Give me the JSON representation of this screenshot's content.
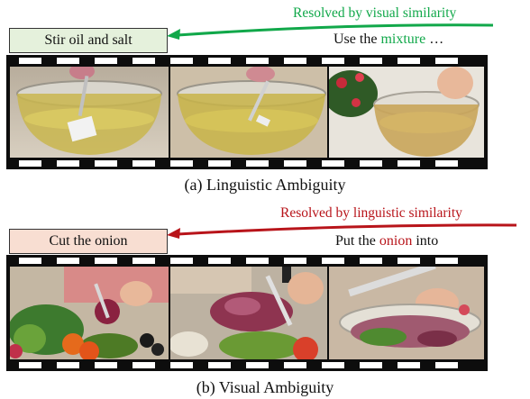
{
  "panel_a": {
    "box_label": "Stir oil and salt",
    "annotation": "Resolved by visual similarity",
    "right_prefix": "Use the ",
    "right_highlight": "mixture",
    "right_suffix": " …",
    "caption": "(a) Linguistic Ambiguity",
    "arrow_color": "#11a84a"
  },
  "panel_b": {
    "box_label": "Cut the onion",
    "annotation": "Resolved by linguistic similarity",
    "right_prefix": "Put the ",
    "right_highlight": "onion",
    "right_suffix": " into",
    "caption": "(b) Visual Ambiguity",
    "arrow_color": "#b8141a"
  },
  "frames_a": [
    {
      "name": "bowl-stirring-fork"
    },
    {
      "name": "bowl-fork-closeup"
    },
    {
      "name": "bowl-mixture-greens"
    }
  ],
  "frames_b": [
    {
      "name": "knife-onion-vegetables"
    },
    {
      "name": "knife-chopped-onion"
    },
    {
      "name": "knife-bowl-onion"
    }
  ]
}
